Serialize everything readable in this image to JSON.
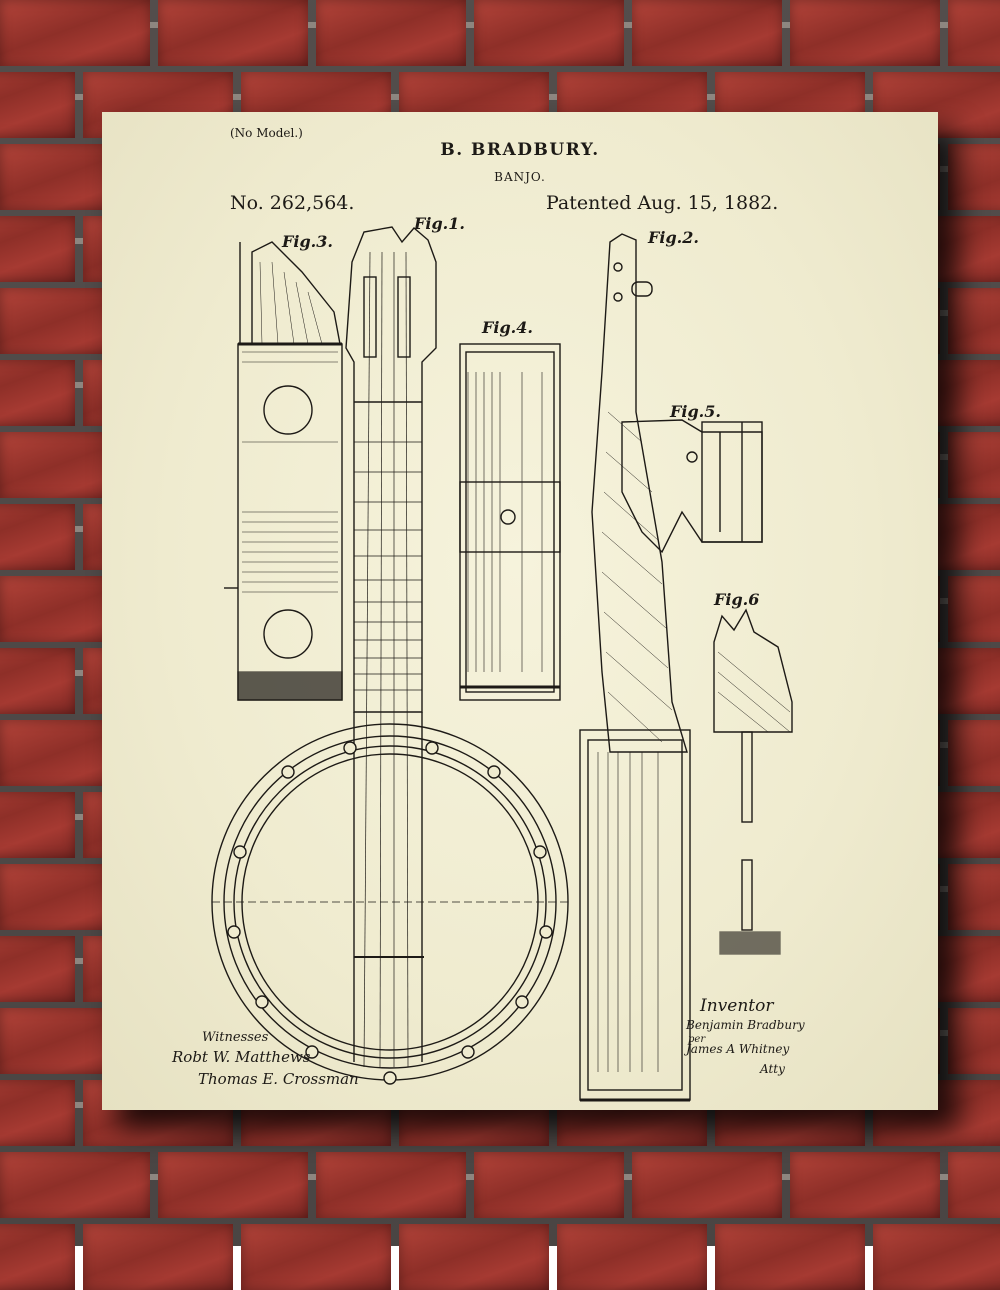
{
  "header": {
    "no_model": "(No Model.)",
    "inventor_name": "B. BRADBURY.",
    "invention": "BANJO.",
    "patent_number": "No. 262,564.",
    "patent_date": "Patented Aug. 15, 1882."
  },
  "figures": [
    "Fig.1.",
    "Fig.2.",
    "Fig.3.",
    "Fig.4.",
    "Fig.5.",
    "Fig.6"
  ],
  "signatures": {
    "witnesses_label": "Witnesses",
    "witness_1": "Robt W. Matthews",
    "witness_2": "Thomas E. Crossman",
    "inventor_label": "Inventor",
    "inventor_signature": "Benjamin Bradbury",
    "per": "per",
    "attorney": "James A Whitney",
    "attorney_title": "Atty"
  },
  "colors": {
    "paper": "#efebcf",
    "ink": "#1d1a16",
    "brick": "#9b3830",
    "mortar": "#8d8680"
  }
}
